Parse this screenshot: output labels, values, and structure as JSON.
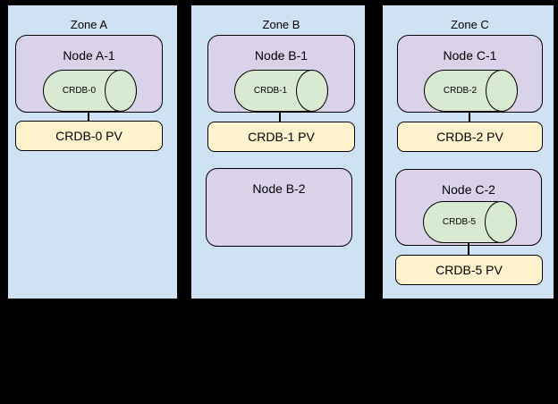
{
  "colors": {
    "background": "#000000",
    "zone_fill": "#cfe2f3",
    "node_fill": "#d9d2e9",
    "database_fill": "#d9ead3",
    "pv_fill": "#fff2cc",
    "border": "#000000"
  },
  "zones": {
    "a": {
      "title": "Zone A",
      "node1": {
        "label": "Node A-1",
        "db": "CRDB-0",
        "pv": "CRDB-0 PV"
      }
    },
    "b": {
      "title": "Zone B",
      "node1": {
        "label": "Node B-1",
        "db": "CRDB-1",
        "pv": "CRDB-1 PV"
      },
      "node2": {
        "label": "Node B-2"
      }
    },
    "c": {
      "title": "Zone C",
      "node1": {
        "label": "Node C-1",
        "db": "CRDB-2",
        "pv": "CRDB-2 PV"
      },
      "node2": {
        "label": "Node C-2",
        "db": "CRDB-5",
        "pv": "CRDB-5 PV"
      }
    }
  }
}
